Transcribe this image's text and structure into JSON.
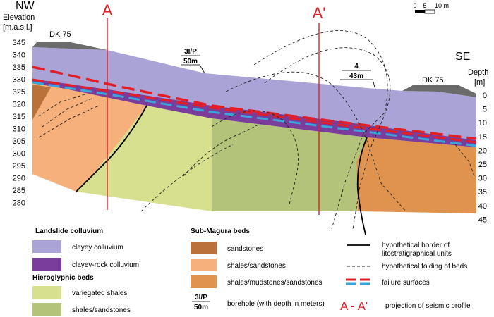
{
  "title_left": "NW",
  "title_right": "SE",
  "elevation_label_1": "Elevation",
  "elevation_label_2": "[m.a.s.l.]",
  "depth_label_1": "Depth",
  "depth_label_2": "[m]",
  "road_left": "DK 75",
  "road_right": "DK 75",
  "profile_a": "A",
  "profile_a_prime": "A'",
  "scale": {
    "tick_0": "0",
    "tick_5": "5",
    "tick_10": "10 m"
  },
  "boreholes": [
    {
      "name": "3I/P",
      "depth": "50m"
    },
    {
      "name": "4",
      "depth": "43m"
    }
  ],
  "elevation_ticks": [
    "345",
    "340",
    "335",
    "330",
    "325",
    "320",
    "315",
    "310",
    "305",
    "300",
    "295",
    "290",
    "285",
    "280"
  ],
  "depth_ticks": [
    "0",
    "5",
    "10",
    "15",
    "20",
    "25",
    "30",
    "35",
    "40",
    "45"
  ],
  "colors": {
    "clayey_colluvium": "#a9a3d6",
    "clayey_rock_colluvium": "#7a3d9c",
    "variegated_shales": "#d6e08e",
    "shales_sandstones_hiero": "#b3c47a",
    "sandstones": "#b9733a",
    "shales_sandstones_magura": "#f5b07c",
    "shales_mudstones_sandstones": "#e0934e",
    "failure_red": "#e31e24",
    "failure_blue": "#3ba4d8",
    "road": "#6b6b6b"
  },
  "legend": {
    "landslide_heading": "Landslide colluvium",
    "clayey_colluvium": "clayey colluvium",
    "clayey_rock_colluvium": "clayey-rock colluvium",
    "hieroglyphic_heading": "Hieroglyphic beds",
    "variegated_shales": "variegated shales",
    "shales_sandstones_hiero": "shales/sandstones",
    "submagura_heading": "Sub-Magura beds",
    "sandstones": "sandstones",
    "shales_sandstones_magura": "shales/sandstones",
    "shales_mudstones_sandstones": "shales/mudstones/sandstones",
    "borehole_symbol_name": "3I/P",
    "borehole_symbol_depth": "50m",
    "borehole_text": "borehole (with depth in meters)",
    "border_line_1": "hypothetical border of",
    "border_line_2": "litostratigraphical units",
    "folding": "hypothetical folding of beds",
    "failure": "failure surfaces",
    "projection_symbol": "A - A'",
    "projection_text": "projection of seismic profile"
  }
}
